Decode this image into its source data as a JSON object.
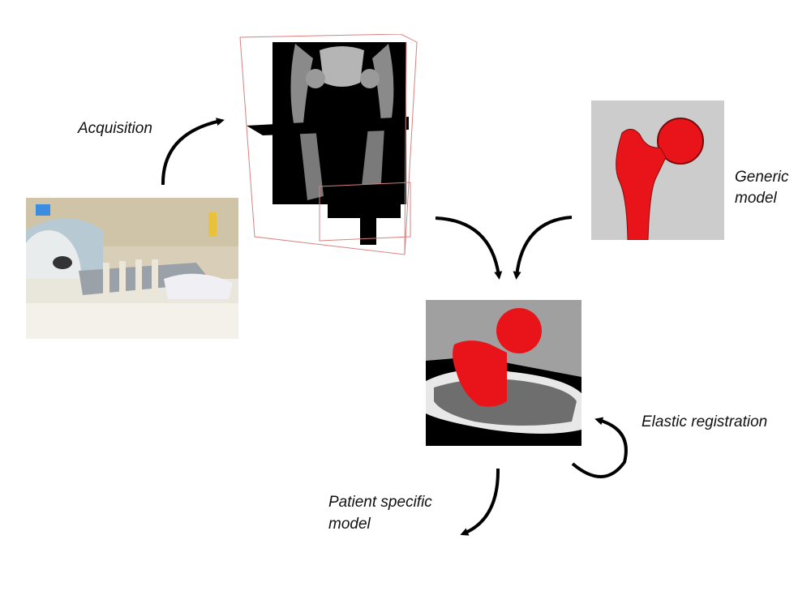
{
  "diagram": {
    "labels": {
      "acquisition": "Acquisition",
      "generic_line1": "Generic",
      "generic_line2": "model",
      "elastic": "Elastic registration",
      "patient_line1": "Patient specific",
      "patient_line2": "model"
    },
    "images": {
      "scanner_photo": "MRI scanner patient photo",
      "mri_volume": "3D MRI volume with orthogonal slices",
      "generic_femur": "Generic femur model",
      "registered_femur": "Femur registered on CT slice"
    },
    "colors": {
      "bone_red": "#e8141a",
      "arrow": "#000000",
      "box_outline": "#d88080",
      "grey_bg": "#cccccc"
    }
  }
}
